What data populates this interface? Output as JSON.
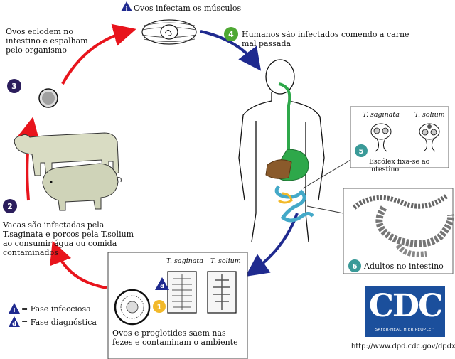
{
  "steps": {
    "step1_label": "Ovos infectam os músculos",
    "step2_num": "2",
    "step2_label": [
      "Vacas são infectadas pela",
      "T.saginata e porcos pela T.solium",
      "ao consumir água ou comida",
      "contaminados"
    ],
    "step3_num": "3",
    "step3_label": [
      "Ovos eclodem no",
      "intestino e espalham",
      "pelo organismo"
    ],
    "step4_num": "4",
    "step4_label": [
      "Humanos são infectados comendo a carne",
      "mal passada"
    ],
    "step5_num": "5",
    "step5_label": "Escólex fixa-se ao intestino",
    "step6_num": "6",
    "step6_label": "Adultos no intestino",
    "step1_num": "1",
    "diag_letter": "d",
    "inf_letter": "i",
    "step1_box_label": [
      "Ovos e proglotides saem nas",
      "fezes e contaminam o ambiente"
    ]
  },
  "species": {
    "saginata": "T. saginata",
    "solium": "T. solium"
  },
  "legend": {
    "infective": "= Fase infecciosa",
    "diagnostic": "= Fase diagnóstica",
    "infective_letter": "i",
    "diagnostic_letter": "d"
  },
  "logo": {
    "text": "CDC",
    "tagline": "SAFER·HEALTHIER·PEOPLE™"
  },
  "url": "http://www.dpd.cdc.gov/dpdx",
  "colors": {
    "red_arrow": "#e8141c",
    "blue_arrow": "#1f2a8f",
    "step_purple": "#2b1d5c",
    "step_green": "#4ea833",
    "step_teal": "#3a9a98",
    "step_yellow": "#f2b92a",
    "cdc_blue": "#1b4f9c"
  }
}
